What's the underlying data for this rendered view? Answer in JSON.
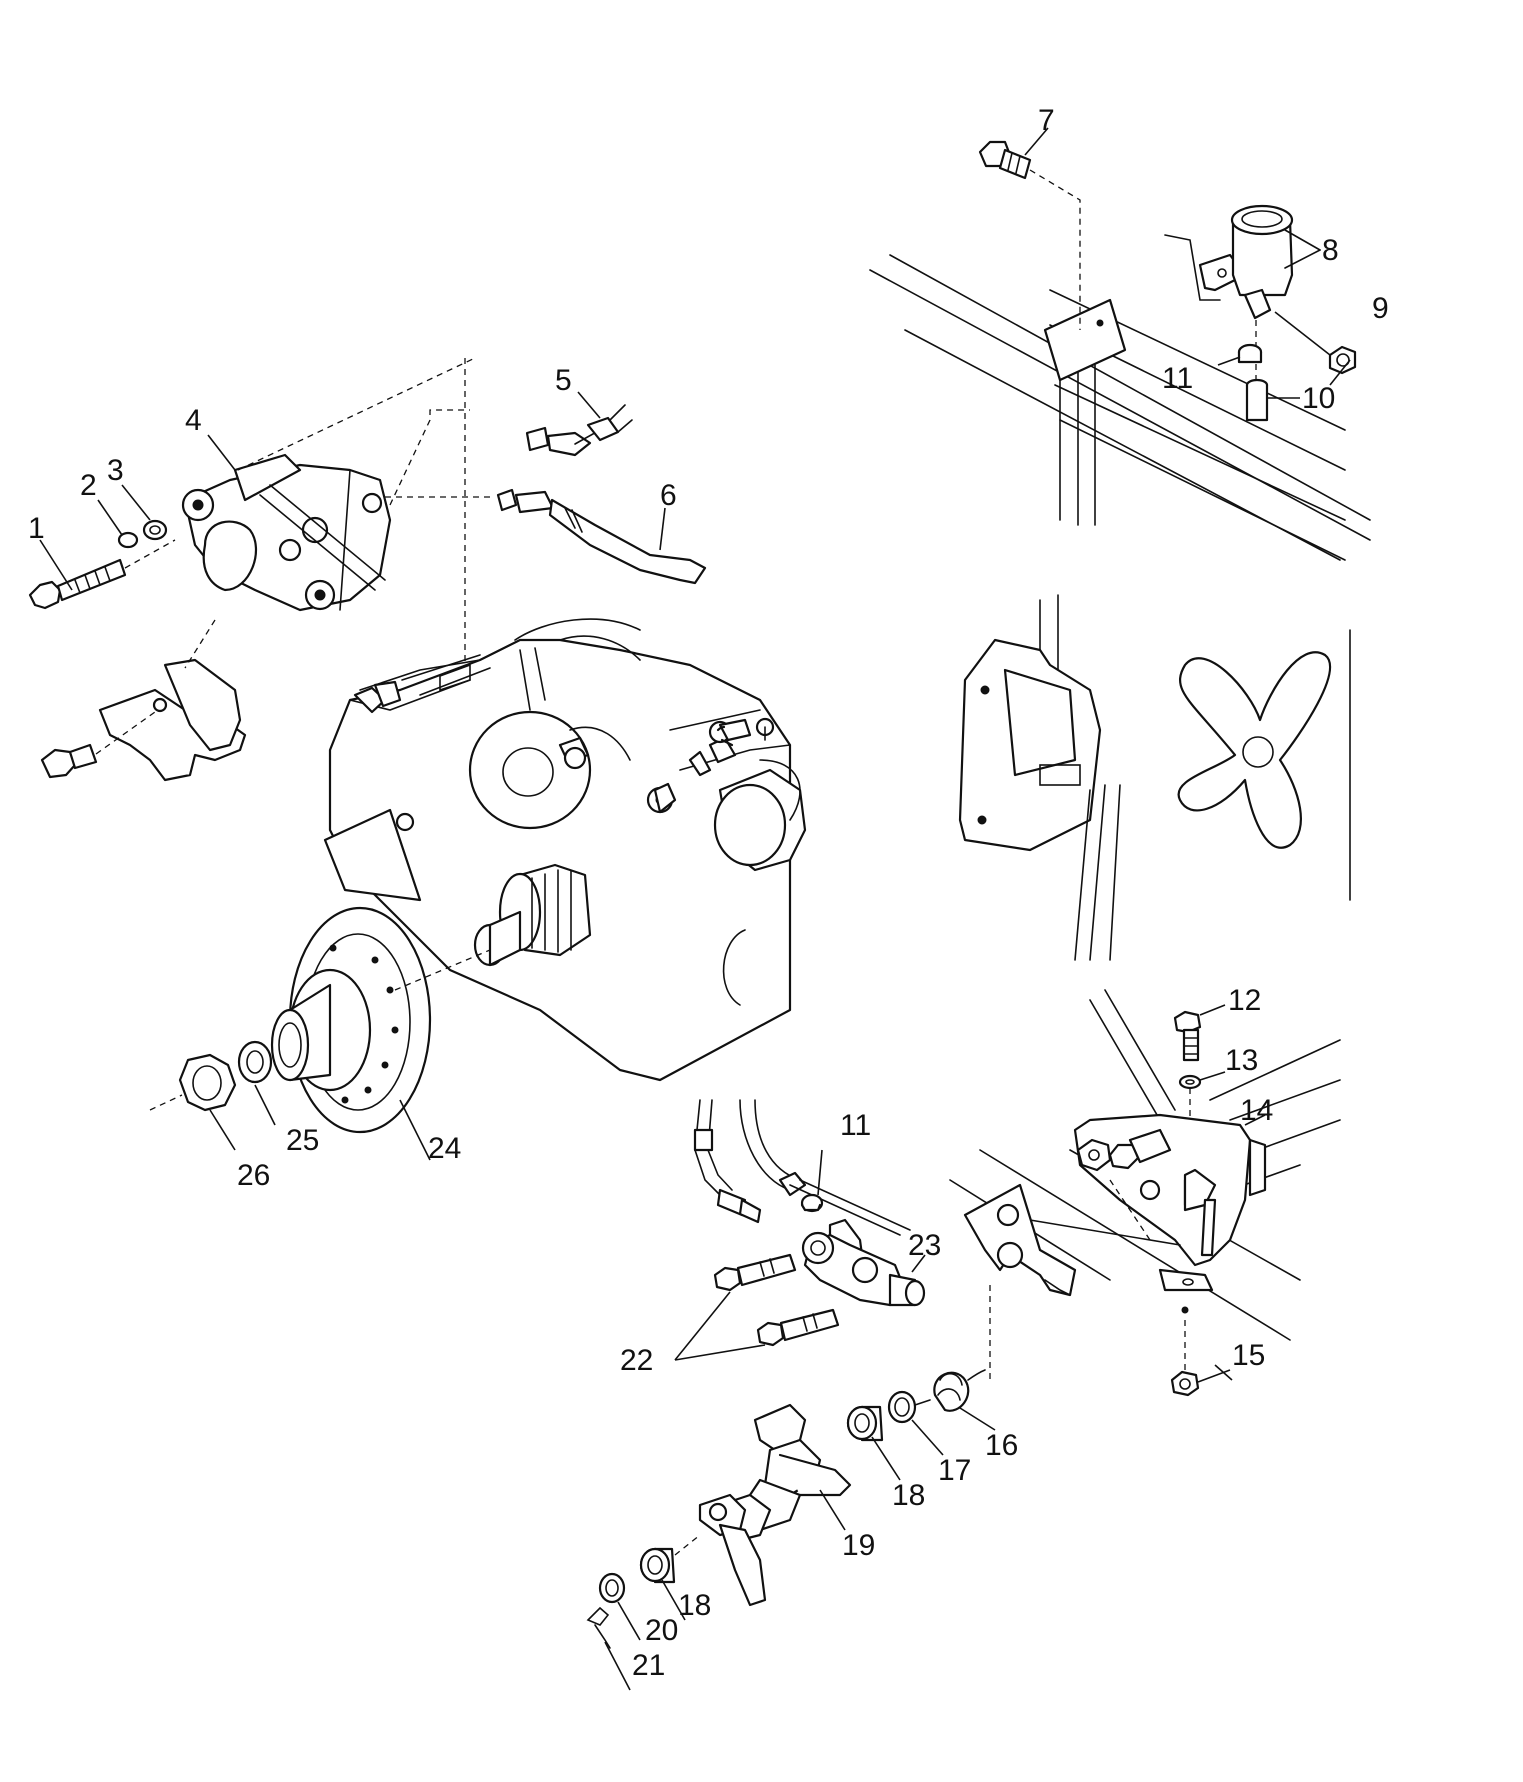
{
  "figure": {
    "colors": {
      "ink": "#111111",
      "paper": "#ffffff"
    },
    "callouts": [
      {
        "id": "1",
        "text": "1"
      },
      {
        "id": "2",
        "text": "2"
      },
      {
        "id": "3",
        "text": "3"
      },
      {
        "id": "4",
        "text": "4"
      },
      {
        "id": "5",
        "text": "5"
      },
      {
        "id": "6",
        "text": "6"
      },
      {
        "id": "7",
        "text": "7"
      },
      {
        "id": "8",
        "text": "8"
      },
      {
        "id": "9",
        "text": "9"
      },
      {
        "id": "10",
        "text": "10"
      },
      {
        "id": "11a",
        "text": "11"
      },
      {
        "id": "11b",
        "text": "11"
      },
      {
        "id": "12",
        "text": "12"
      },
      {
        "id": "13",
        "text": "13"
      },
      {
        "id": "14",
        "text": "14"
      },
      {
        "id": "15",
        "text": "15"
      },
      {
        "id": "16",
        "text": "16"
      },
      {
        "id": "17",
        "text": "17"
      },
      {
        "id": "18a",
        "text": "18"
      },
      {
        "id": "18b",
        "text": "18"
      },
      {
        "id": "19",
        "text": "19"
      },
      {
        "id": "20",
        "text": "20"
      },
      {
        "id": "21",
        "text": "21"
      },
      {
        "id": "22",
        "text": "22"
      },
      {
        "id": "23",
        "text": "23"
      },
      {
        "id": "24",
        "text": "24"
      },
      {
        "id": "25",
        "text": "25"
      },
      {
        "id": "26",
        "text": "26"
      }
    ]
  }
}
